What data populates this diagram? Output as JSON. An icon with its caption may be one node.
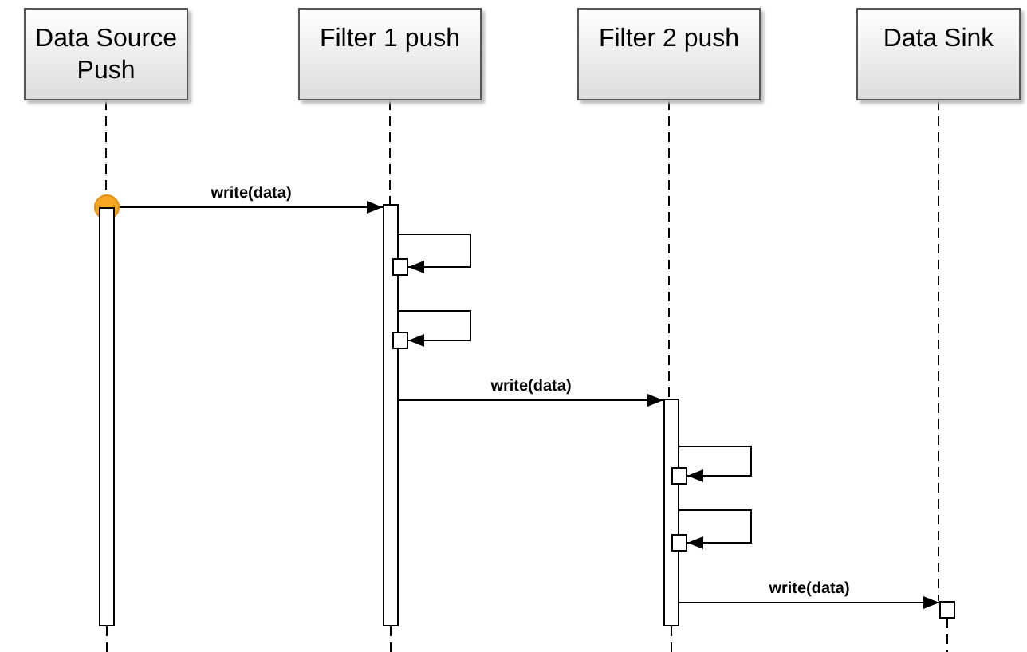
{
  "diagram": {
    "nodes": [
      {
        "text": [
          "Data Source Push"
        ]
      },
      {
        "text": [
          "Filter 1 push"
        ]
      },
      {
        "text": [
          "Filter 2 push"
        ]
      },
      {
        "text": [
          "Data Sink"
        ]
      },
      {
        "text": [],
        "shape": "circle"
      },
      {
        "text": [],
        "shape": "bar"
      },
      {
        "text": [],
        "shape": "bar"
      },
      {
        "text": [],
        "shape": "box"
      },
      {
        "text": [],
        "shape": "box"
      },
      {
        "text": [],
        "shape": "bar"
      },
      {
        "text": [],
        "shape": "box"
      },
      {
        "text": [],
        "shape": "box"
      },
      {
        "text": [],
        "shape": "box"
      }
    ],
    "edges": [
      {
        "from": 4,
        "to": 6,
        "arrow": "to",
        "label": "write(data)"
      },
      {
        "from": 6,
        "to": 7,
        "arrow": "to"
      },
      {
        "from": 6,
        "to": 8,
        "arrow": "to"
      },
      {
        "from": 6,
        "to": 9,
        "arrow": "to",
        "label": "write(data)"
      },
      {
        "from": 9,
        "to": 10,
        "arrow": "to"
      },
      {
        "from": 9,
        "to": 11,
        "arrow": "to"
      },
      {
        "from": 9,
        "to": 12,
        "arrow": "to",
        "label": "write(data)"
      },
      {
        "from": 0,
        "to": 4,
        "arrow": "none",
        "style": "dashed"
      },
      {
        "from": 1,
        "to": 6,
        "arrow": "none",
        "style": "dashed"
      },
      {
        "from": 2,
        "to": 9,
        "arrow": "none",
        "style": "dashed"
      },
      {
        "from": 3,
        "to": 12,
        "arrow": "none",
        "style": "dashed"
      }
    ]
  }
}
